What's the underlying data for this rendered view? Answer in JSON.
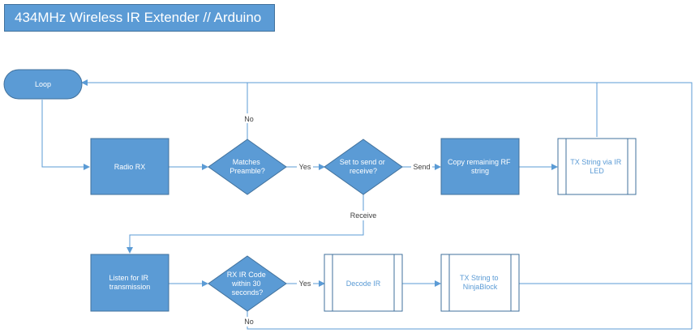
{
  "title": "434MHz Wireless IR Extender // Arduino",
  "colors": {
    "node_fill": "#5b9bd5",
    "node_stroke": "#41719c",
    "line": "#5b9bd5",
    "label_text": "#404040"
  },
  "nodes": {
    "loop": "Loop",
    "radio_rx": "Radio RX",
    "matches_preamble": [
      "Matches",
      "Preamble?"
    ],
    "set_send_receive": [
      "Set to send or",
      "receive?"
    ],
    "copy_rf": [
      "Copy remaining RF",
      "string"
    ],
    "tx_ir_led": [
      "TX String via IR",
      "LED"
    ],
    "listen_ir": [
      "Listen for IR",
      "transmission"
    ],
    "rx_ir_code": [
      "RX IR Code",
      "within 30",
      "seconds?"
    ],
    "decode_ir": "Decode IR",
    "tx_ninjablock": [
      "TX String to",
      "NinjaBlock"
    ]
  },
  "edge_labels": {
    "no_top": "No",
    "yes_1": "Yes",
    "send": "Send",
    "receive": "Receive",
    "yes_2": "Yes",
    "no_bottom": "No"
  }
}
